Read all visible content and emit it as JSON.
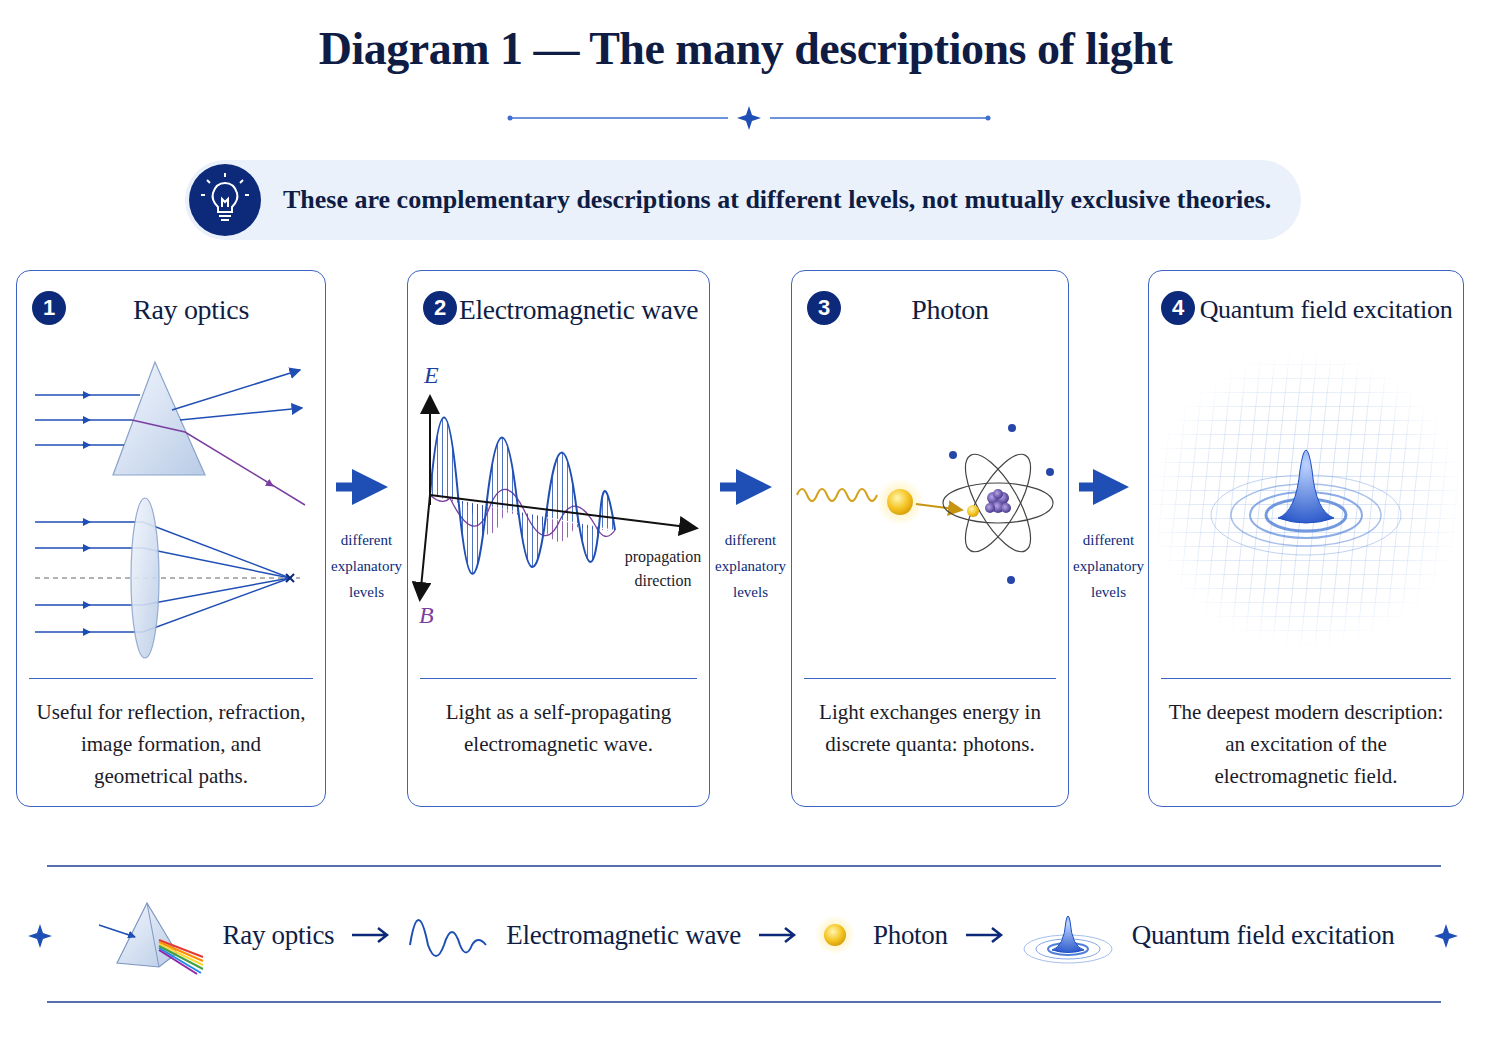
{
  "diagram": {
    "title": "Diagram 1 — The many descriptions of light",
    "nodes": [
      {
        "text": [
          "These are complementary descriptions at different levels, not mutually exclusive theories."
        ]
      },
      {
        "text": [
          "Ray optics",
          "Useful for reflection, refraction, image formation, and geometrical paths."
        ]
      },
      {
        "text": [
          "Electromagnetic wave",
          "Light as a self-propagating electromagnetic wave."
        ]
      },
      {
        "text": [
          "Photon",
          "Light exchanges energy in discrete quanta: photons."
        ]
      },
      {
        "text": [
          "Quantum field excitation",
          "The deepest modern description: an excitation of the electromagnetic field."
        ]
      }
    ],
    "edges": [
      {
        "from": 1,
        "to": 2,
        "arrow": "to",
        "label": "different explanatory levels"
      },
      {
        "from": 2,
        "to": 3,
        "arrow": "to",
        "label": "different explanatory levels"
      },
      {
        "from": 3,
        "to": 4,
        "arrow": "to",
        "label": "different explanatory levels"
      }
    ],
    "labels": [
      "1",
      "2",
      "3",
      "4",
      "E",
      "B",
      "propagation direction",
      "Ray optics",
      "Electromagnetic wave",
      "Photon",
      "Quantum field excitation"
    ]
  }
}
